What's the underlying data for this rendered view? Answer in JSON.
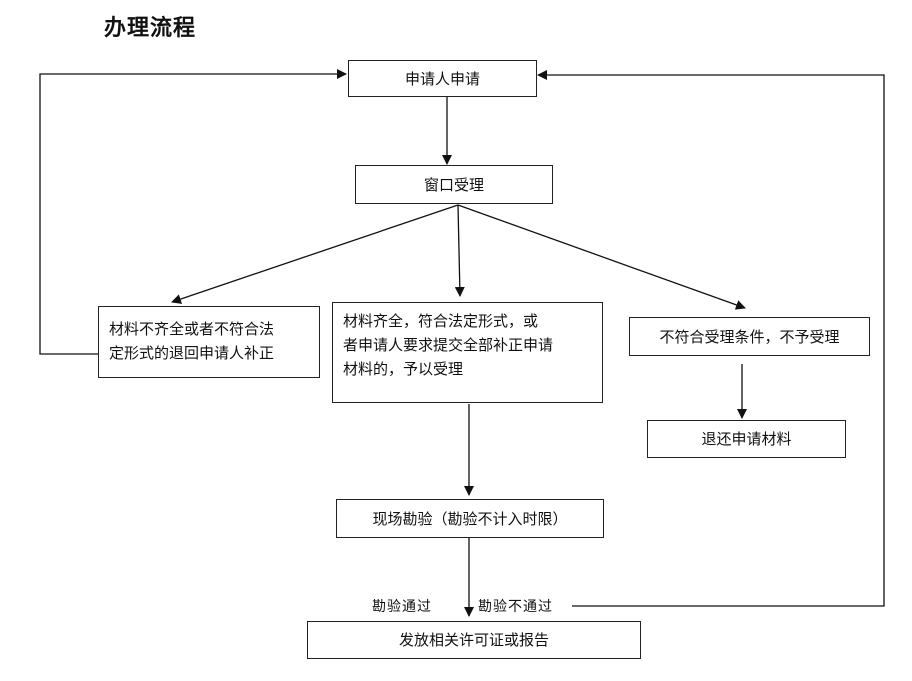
{
  "title": "办理流程",
  "nodes": {
    "apply": "申请人申请",
    "window": "窗口受理",
    "incomplete": "材料不齐全或者不符合法\n定形式的退回申请人补正",
    "complete": "材料齐全，符合法定形式，或\n者申请人要求提交全部补正申请\n材料的，予以受理",
    "reject": "不符合受理条件，不予受理",
    "return_materials": "退还申请材料",
    "inspection": "现场勘验（勘验不计入时限）",
    "issue": "发放相关许可证或报告"
  },
  "edge_labels": {
    "pass": "勘验通过",
    "fail": "勘验不通过"
  }
}
